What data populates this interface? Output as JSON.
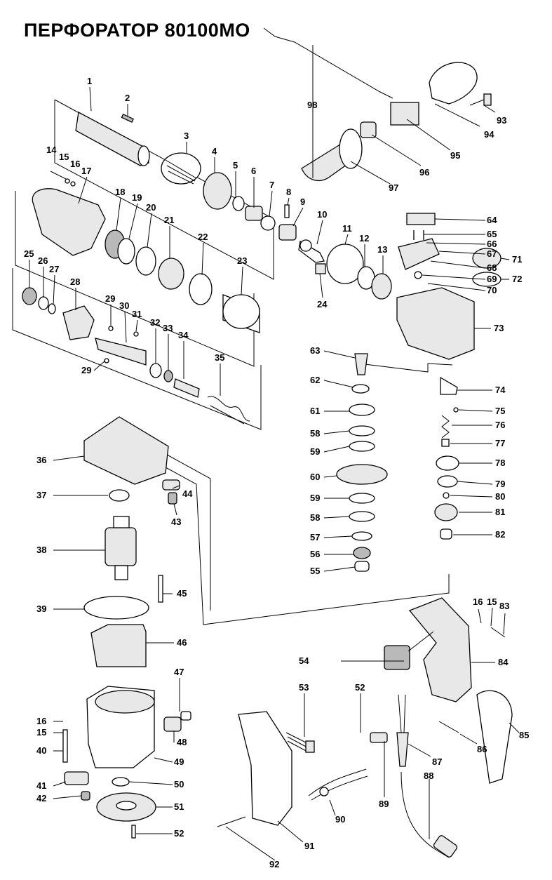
{
  "title": "ПЕРФОРАТОР 80100МО",
  "parts": [
    "1",
    "2",
    "3",
    "4",
    "5",
    "6",
    "7",
    "8",
    "9",
    "10",
    "11",
    "12",
    "13",
    "14",
    "15",
    "16",
    "17",
    "18",
    "19",
    "20",
    "21",
    "22",
    "23",
    "24",
    "25",
    "26",
    "27",
    "28",
    "29",
    "30",
    "31",
    "32",
    "33",
    "34",
    "35",
    "36",
    "37",
    "38",
    "39",
    "40",
    "41",
    "42",
    "43",
    "44",
    "45",
    "46",
    "47",
    "48",
    "49",
    "50",
    "51",
    "52",
    "53",
    "54",
    "55",
    "56",
    "57",
    "58",
    "59",
    "60",
    "61",
    "62",
    "63",
    "64",
    "65",
    "66",
    "67",
    "68",
    "69",
    "70",
    "71",
    "72",
    "73",
    "74",
    "75",
    "76",
    "77",
    "78",
    "79",
    "80",
    "81",
    "82",
    "83",
    "84",
    "85",
    "86",
    "87",
    "88",
    "89",
    "90",
    "91",
    "92",
    "93",
    "94",
    "95",
    "96",
    "97",
    "98"
  ],
  "repeated_labels": {
    "p29b": "29",
    "p59b": "59",
    "p58b": "58",
    "p52b": "52",
    "p16b": "16",
    "p15b": "15"
  }
}
